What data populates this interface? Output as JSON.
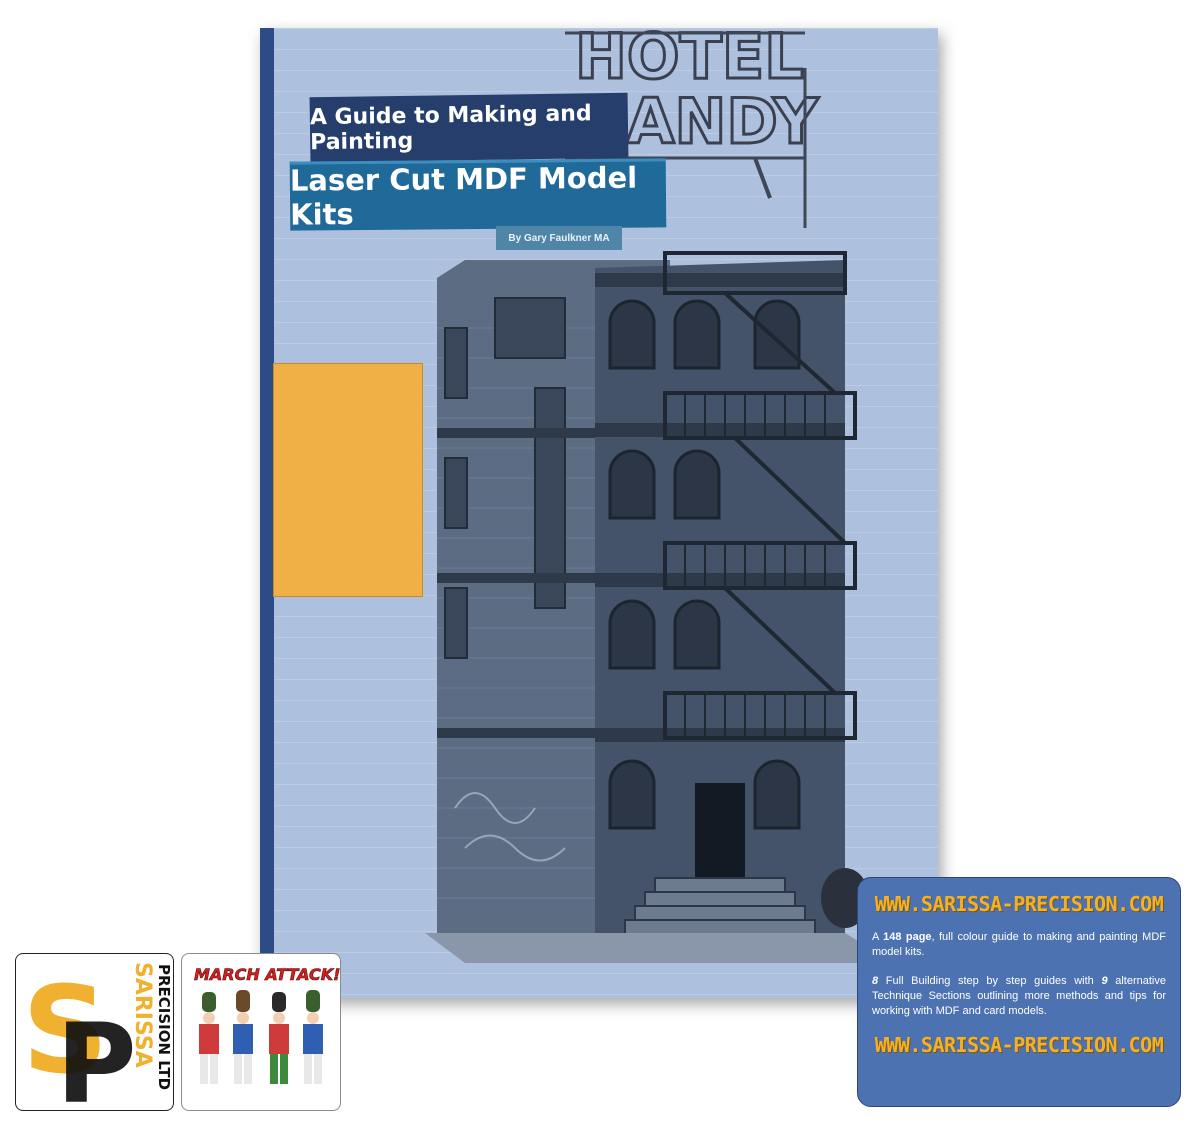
{
  "cover": {
    "subtitle": "A Guide to Making and Painting",
    "title": "Laser Cut MDF Model Kits",
    "author": "By Gary Faulkner MA",
    "sign_line1": "HOTEL",
    "sign_line2": "DANDY",
    "colors": {
      "background": "#adc0dd",
      "spine": "#2d4c86",
      "block": "#f0b046"
    }
  },
  "info": {
    "website_top": "WWW.SARISSA-PRECISION.COM",
    "p1_pre": "A ",
    "p1_bold": "148 page",
    "p1_post": ", full colour guide to making and painting MDF model kits.",
    "p2_n1": "8",
    "p2_mid": " Full Building step by step guides with ",
    "p2_n2": "9",
    "p2_post": " alternative Technique Sections outlining more methods and tips for working with MDF and card models.",
    "website_bottom": "WWW.SARISSA-PRECISION.COM"
  },
  "logos": {
    "sarissa_mark": "SP",
    "sarissa_name": "SARISSA",
    "sarissa_sub": "PRECISION LTD",
    "march_attack": "MARCH ATTACK!"
  }
}
